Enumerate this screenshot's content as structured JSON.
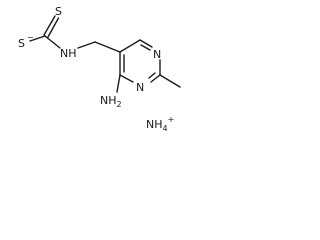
{
  "molecule": {
    "atoms": {
      "s_top": "S",
      "s_minus": "S",
      "s_minus_charge": "−",
      "nh": "NH",
      "ring_n_top": "N",
      "ring_n_bottom": "N",
      "amino_n": "NH",
      "amino_sub": "2",
      "ammonium_n": "NH",
      "ammonium_sub": "4",
      "ammonium_charge": "+"
    }
  }
}
